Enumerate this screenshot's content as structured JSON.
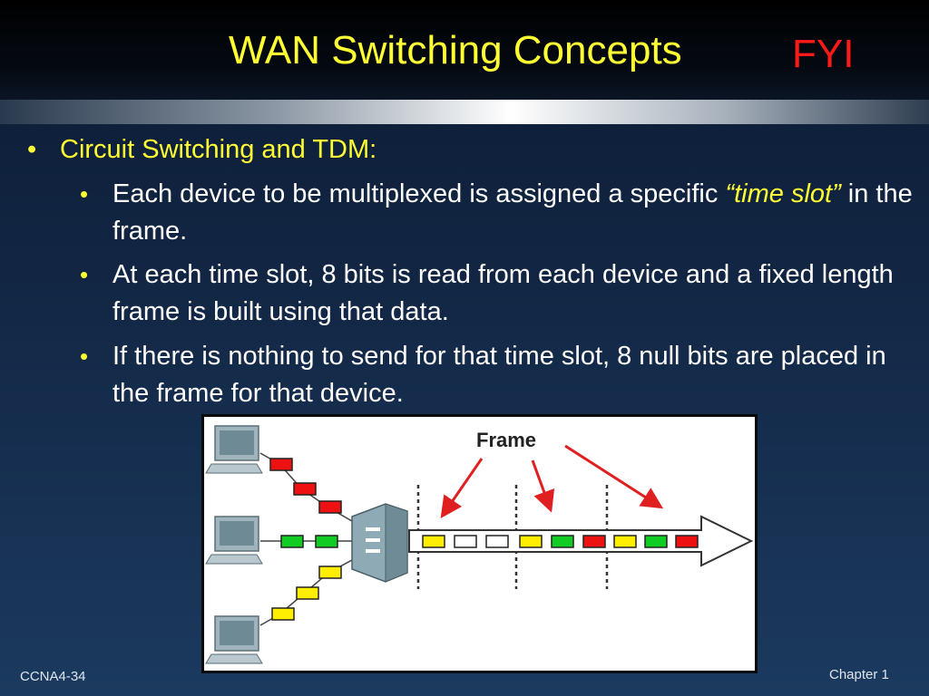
{
  "slide": {
    "title": "WAN Switching Concepts",
    "tag": "FYI",
    "bullets": {
      "main": "Circuit Switching and TDM:",
      "sub1_pre": "Each device to be multiplexed is assigned a specific ",
      "sub1_hl": "“time slot”",
      "sub1_post": " in the frame.",
      "sub2": "At each time slot, 8 bits is read from each device and a fixed length frame is built using that data.",
      "sub3": "If there is nothing to send for that time slot, 8 null bits are placed in the frame for that device."
    },
    "diagram": {
      "frame_label": "Frame"
    },
    "footer": {
      "left": "CCNA4-34",
      "right": "Chapter 1"
    },
    "colors": {
      "title": "#ffff33",
      "tag": "#ff1a1a",
      "red_slot": "#ee1111",
      "green_slot": "#11cc22",
      "yellow_slot": "#ffee00",
      "empty_slot": "#ffffff"
    },
    "icons": [
      "computer-icon",
      "multiplexer-icon",
      "arrow-icon"
    ]
  }
}
